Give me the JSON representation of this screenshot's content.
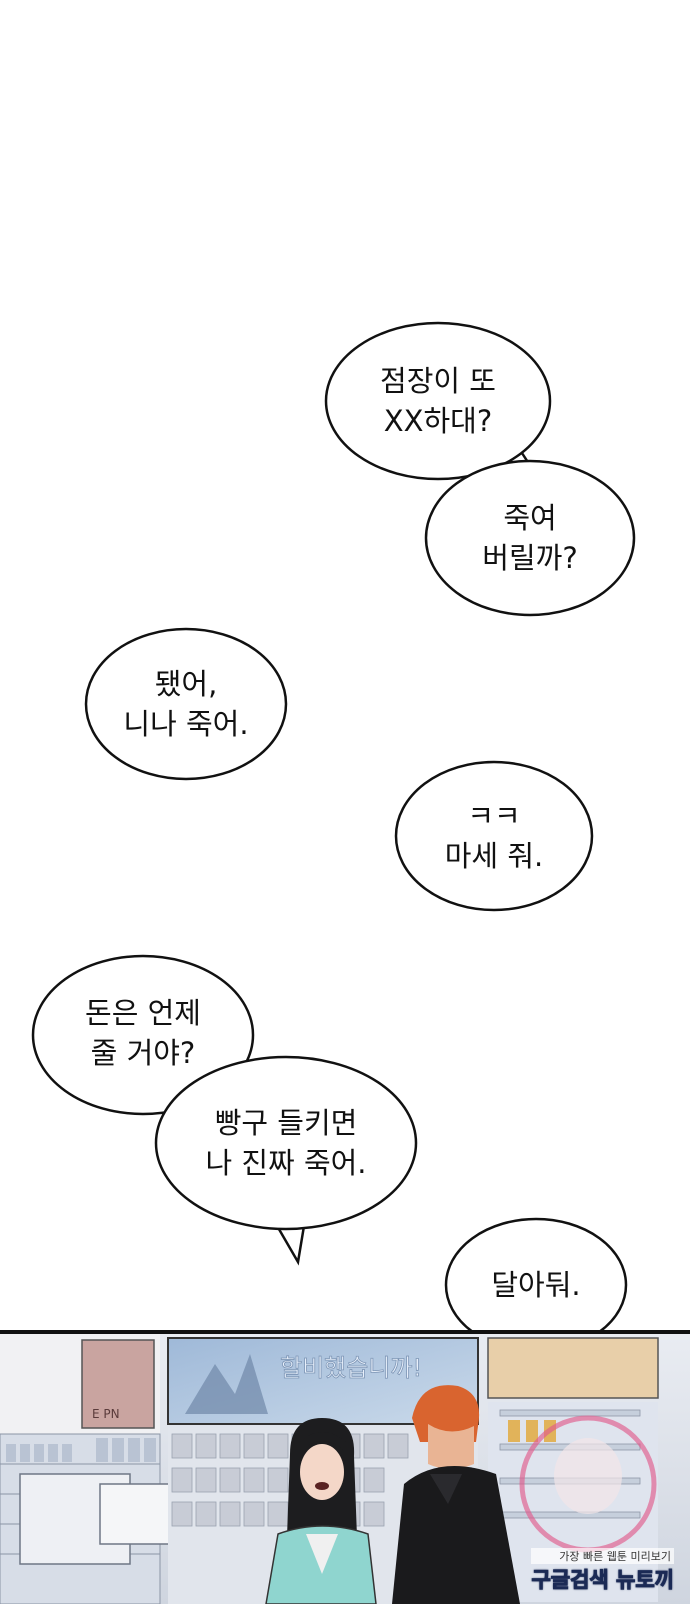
{
  "bubbles": [
    {
      "line1": "점장이 또",
      "line2": "XX하대?"
    },
    {
      "line1": "죽여",
      "line2": "버릴까?"
    },
    {
      "line1": "됐어,",
      "line2": "니나 죽어."
    },
    {
      "line1": "ㅋㅋ",
      "line2": "마세 줘."
    },
    {
      "line1": "돈은 언제",
      "line2": "줄 거야?"
    },
    {
      "line1": "빵구 들키면",
      "line2": "나 진짜 죽어."
    },
    {
      "line1": "달아둬."
    }
  ],
  "panel": {
    "poster_text": "할비했습니까!",
    "poster_sub": "E PN"
  },
  "watermark": {
    "top": "가장 빠른 웹툰 미리보기",
    "bottom": "구글검색",
    "bottom_accent": "뉴토끼"
  },
  "colors": {
    "bubble_fill": "#ffffff",
    "bubble_stroke": "#111111",
    "panel_border": "#111111"
  }
}
